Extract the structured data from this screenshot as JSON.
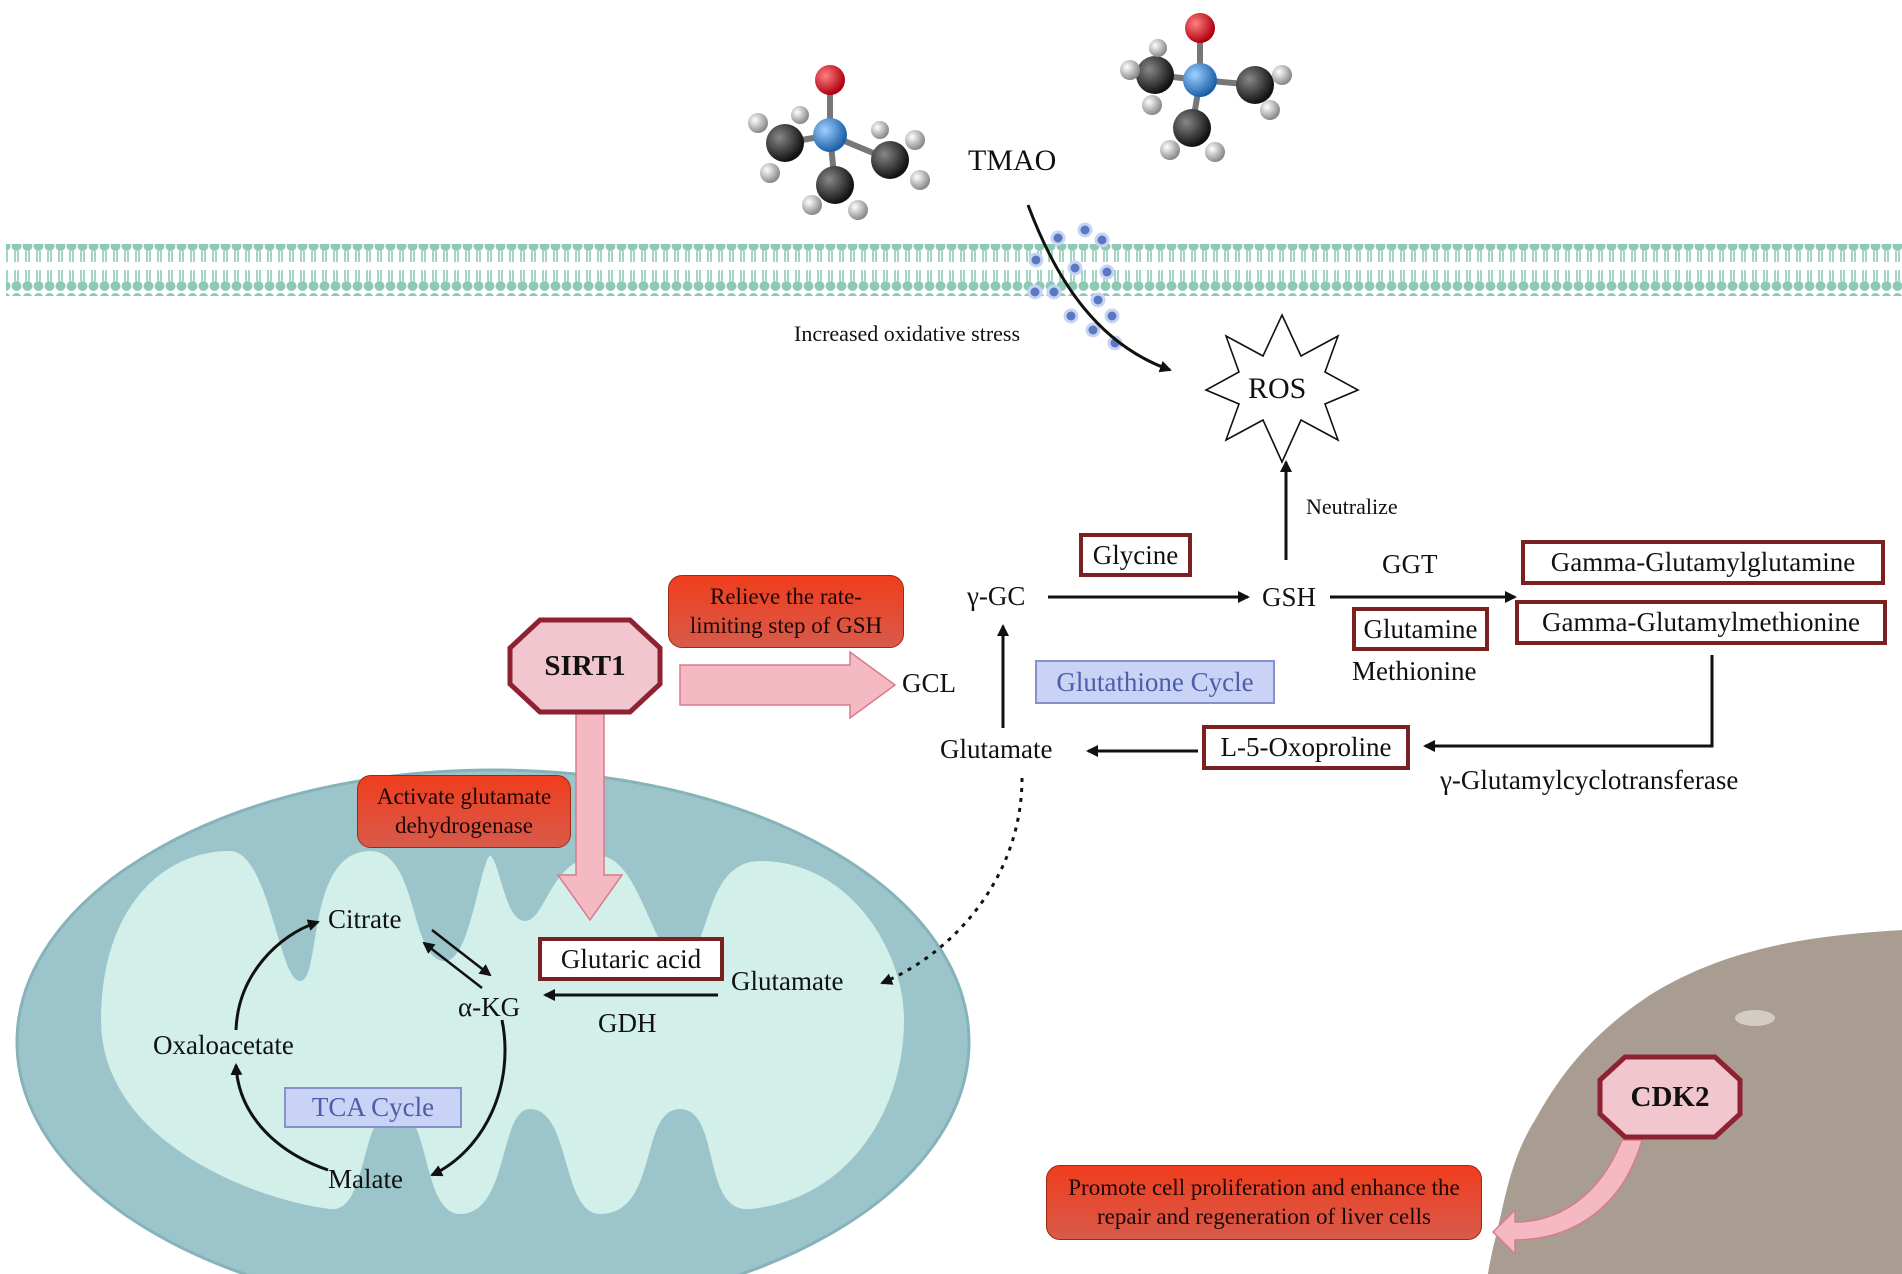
{
  "molecule": {
    "name": "TMAO"
  },
  "membrane": {
    "label": "Increased oxidative stress"
  },
  "ros": {
    "label": "ROS",
    "neutralize": "Neutralize"
  },
  "glutathione_cycle": {
    "title": "Glutathione  Cycle",
    "gamma_gc": "γ-GC",
    "glycine": "Glycine",
    "gsh": "GSH",
    "ggt": "GGT",
    "gamma_glutamylglutamine": "Gamma-Glutamylglutamine",
    "gamma_glutamylmethionine": "Gamma-Glutamylmethionine",
    "glutamine": "Glutamine",
    "methionine": "Methionine",
    "gcl": "GCL",
    "glutamate": "Glutamate",
    "oxoproline": "L-5-Oxoproline",
    "cyclotransferase": "γ-Glutamylcyclotransferase"
  },
  "sirt1": {
    "label": "SIRT1",
    "note_gcl": "Relieve the rate-limiting step of GSH",
    "note_gdh": "Activate glutamate dehydrogenase"
  },
  "mitochondrion": {
    "citrate": "Citrate",
    "akg": "α-KG",
    "oxaloacetate": "Oxaloacetate",
    "malate": "Malate",
    "tca": "TCA Cycle",
    "glutaric_acid": "Glutaric acid",
    "glutamate": "Glutamate",
    "gdh": "GDH"
  },
  "liver": {
    "cdk2": "CDK2",
    "note": "Promote cell proliferation and enhance the repair and regeneration of liver cells"
  },
  "colors": {
    "membrane": "#8ec9b5",
    "mito_outer": "#9cc5cb",
    "mito_inner": "#d3efea",
    "liver": "#a99d92",
    "octagon_fill": "#f2c6ce",
    "octagon_stroke": "#8e2233",
    "pink_arrow": "#f4b9c3",
    "box_border": "#7b2020",
    "note_fill": "#ee4a2c"
  }
}
